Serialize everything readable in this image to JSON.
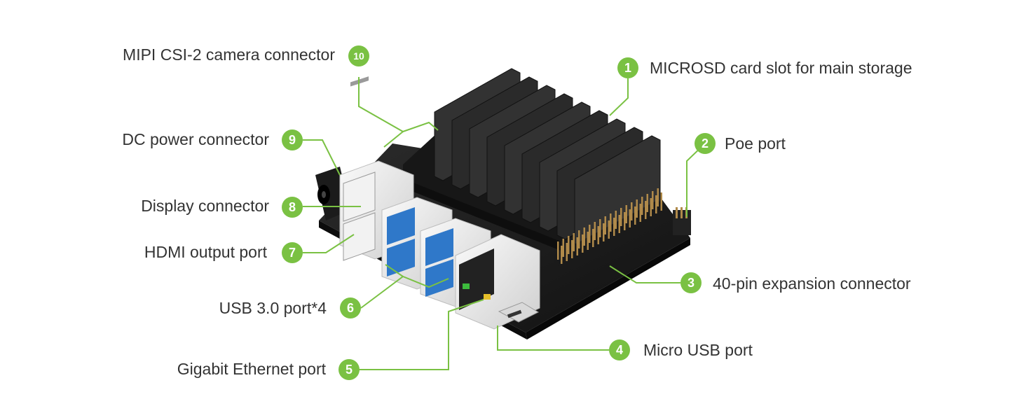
{
  "accent_color": "#7ac143",
  "board_colors": {
    "pcb": "#1e1e1e",
    "heatsink": "#2a2a2a",
    "usb_blue": "#2f78c9",
    "port_silver": "#e6e6e6",
    "pin_gold": "#b08a4a"
  },
  "callouts": [
    {
      "number": "1",
      "label": "MICROSD card slot for main storage"
    },
    {
      "number": "2",
      "label": "Poe port"
    },
    {
      "number": "3",
      "label": "40-pin expansion connector"
    },
    {
      "number": "4",
      "label": "Micro USB port"
    },
    {
      "number": "5",
      "label": "Gigabit Ethernet port"
    },
    {
      "number": "6",
      "label": "USB 3.0 port*4"
    },
    {
      "number": "7",
      "label": "HDMI output port"
    },
    {
      "number": "8",
      "label": "Display connector"
    },
    {
      "number": "9",
      "label": "DC power connector"
    },
    {
      "number": "10",
      "label": "MIPI CSI-2 camera connector"
    }
  ]
}
